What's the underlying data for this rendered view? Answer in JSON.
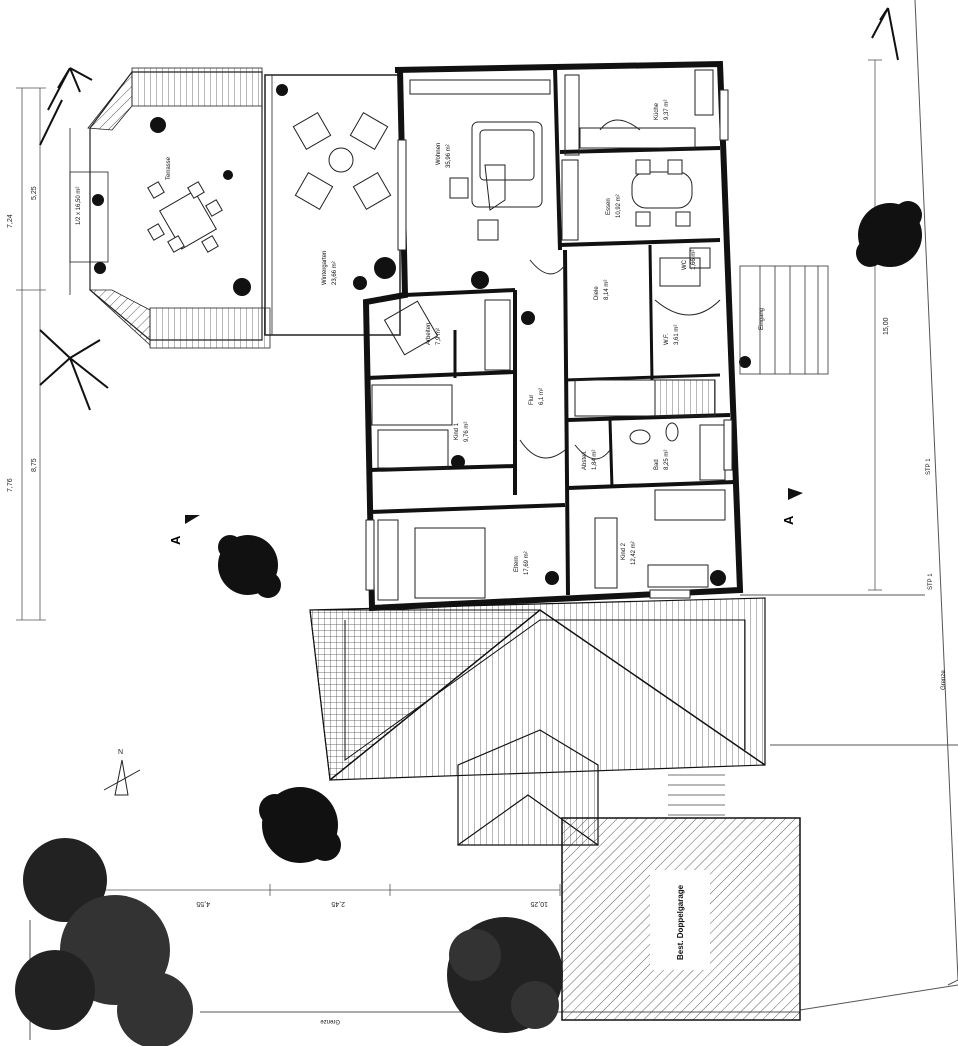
{
  "rooms": [
    {
      "id": "terrasse",
      "name": "Terrasse",
      "area": ""
    },
    {
      "id": "terrasse_note",
      "name": "",
      "area": "1/2 x 16,50 m²"
    },
    {
      "id": "wintergarten",
      "name": "Wintergarten",
      "area": "23,66 m²"
    },
    {
      "id": "wohnen",
      "name": "Wohnen",
      "area": "35,96 m²"
    },
    {
      "id": "arbeiten",
      "name": "Arbeiten",
      "area": "7,9 m²"
    },
    {
      "id": "kueche",
      "name": "Küche",
      "area": "9,37 m²"
    },
    {
      "id": "essen",
      "name": "Essen",
      "area": "10,92 m²"
    },
    {
      "id": "diele",
      "name": "Diele",
      "area": "8,14 m²"
    },
    {
      "id": "wc",
      "name": "WC",
      "area": "1,66 m²"
    },
    {
      "id": "wf",
      "name": "W.F.",
      "area": "3,61 m²"
    },
    {
      "id": "flur",
      "name": "Flur",
      "area": "6,1 m²"
    },
    {
      "id": "kind1",
      "name": "Kind 1",
      "area": "9,76 m²"
    },
    {
      "id": "abstell",
      "name": "Abstell.",
      "area": "1,84 m²"
    },
    {
      "id": "bad",
      "name": "Bad",
      "area": "8,25 m²"
    },
    {
      "id": "kind2",
      "name": "Kind 2",
      "area": "12,42 m²"
    },
    {
      "id": "eltern",
      "name": "Eltern",
      "area": "17,69 m²"
    },
    {
      "id": "eingang",
      "name": "Eingang",
      "area": ""
    },
    {
      "id": "garage",
      "name": "Best. Doppelgarage",
      "area": ""
    }
  ],
  "dimensions": {
    "left": [
      "7,24",
      "5,25",
      "7,76",
      "8,75"
    ],
    "right": [
      "15,00"
    ],
    "bottom": [
      "4,55",
      "2,45",
      "10,25"
    ]
  },
  "labels": {
    "section_left": "A",
    "section_right": "A",
    "north": "N",
    "grenze_right": "Grenze",
    "grenze_bottom": "Grenze",
    "stp1": "STP 1",
    "stp2": "STP 1"
  }
}
